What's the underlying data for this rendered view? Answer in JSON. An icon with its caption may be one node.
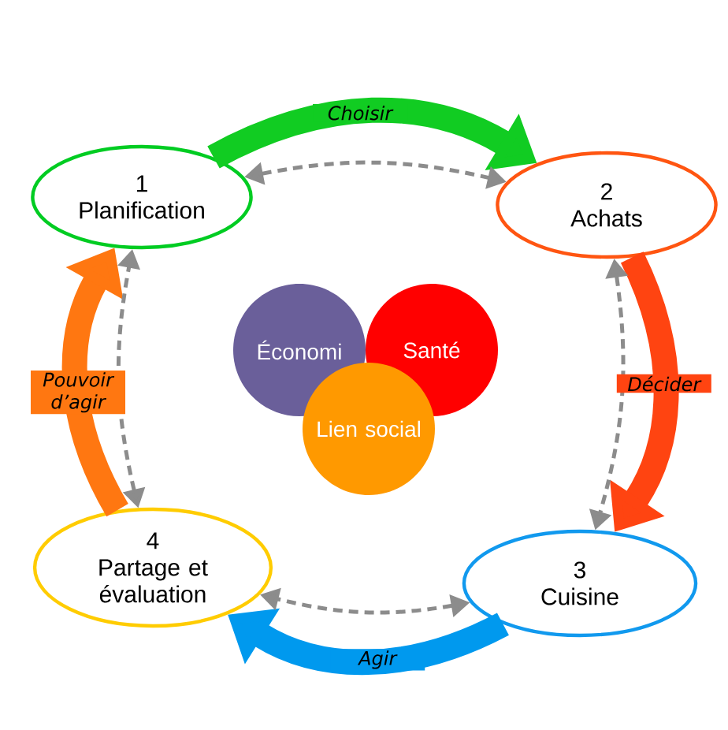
{
  "diagram": {
    "nodes": [
      {
        "text": [
          "1",
          "Planification"
        ]
      },
      {
        "text": [
          "2",
          "Achats"
        ]
      },
      {
        "text": [
          "3",
          "Cuisine"
        ]
      },
      {
        "text": [
          "4",
          "Partage et évaluation"
        ]
      },
      {
        "text": [
          "Économi"
        ]
      },
      {
        "text": [
          "Santé"
        ]
      },
      {
        "text": [
          "Lien social"
        ]
      }
    ],
    "edges": [
      {
        "from": 0,
        "to": 1,
        "arrow": "to",
        "label": "Choisir",
        "style": "thick",
        "color": "#11cc22"
      },
      {
        "from": 1,
        "to": 2,
        "arrow": "to",
        "label": "Décider",
        "style": "thick",
        "color": "#ff4411"
      },
      {
        "from": 2,
        "to": 3,
        "arrow": "to",
        "label": "Agir",
        "style": "thick",
        "color": "#0099ee"
      },
      {
        "from": 3,
        "to": 0,
        "arrow": "to",
        "label": "Pouvoir d’agir",
        "style": "thick",
        "color": "#ff7711"
      },
      {
        "from": 0,
        "to": 1,
        "arrow": "both",
        "style": "dashed",
        "color": "#8c8c8c"
      },
      {
        "from": 1,
        "to": 2,
        "arrow": "both",
        "style": "dashed",
        "color": "#8c8c8c"
      },
      {
        "from": 2,
        "to": 3,
        "arrow": "both",
        "style": "dashed",
        "color": "#8c8c8c"
      },
      {
        "from": 3,
        "to": 0,
        "arrow": "both",
        "style": "dashed",
        "color": "#8c8c8c"
      }
    ]
  }
}
